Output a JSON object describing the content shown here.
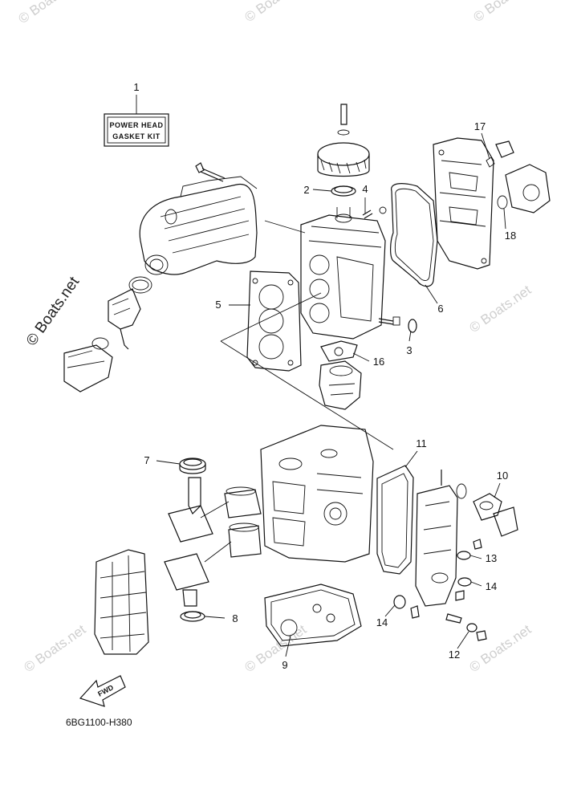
{
  "watermark": "© Boats.net",
  "kit_label": {
    "line1": "POWER HEAD",
    "line2": "GASKET KIT"
  },
  "diagram_code": "6BG1100-H380",
  "fwd_label": "FWD",
  "callouts": {
    "c1": "1",
    "c2": "2",
    "c3": "3",
    "c4": "4",
    "c5": "5",
    "c6": "6",
    "c7": "7",
    "c8": "8",
    "c9": "9",
    "c10": "10",
    "c11": "11",
    "c12": "12",
    "c13": "13",
    "c14a": "14",
    "c14b": "14",
    "c16": "16",
    "c17": "17",
    "c18": "18"
  }
}
